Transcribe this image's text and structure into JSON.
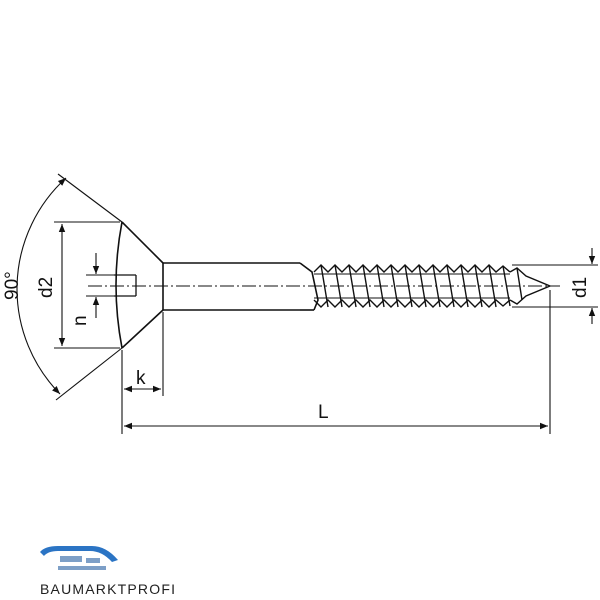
{
  "drawing": {
    "labels": {
      "angle": "90°",
      "d2": "d2",
      "n": "n",
      "k": "k",
      "L": "L",
      "d1": "d1"
    }
  },
  "logo": {
    "text": "BAUMARKTPROFI",
    "colors": {
      "primary": "#2b74c4",
      "secondary": "#7d9fc7"
    }
  },
  "colors": {
    "line": "#111111",
    "background": "#ffffff"
  }
}
